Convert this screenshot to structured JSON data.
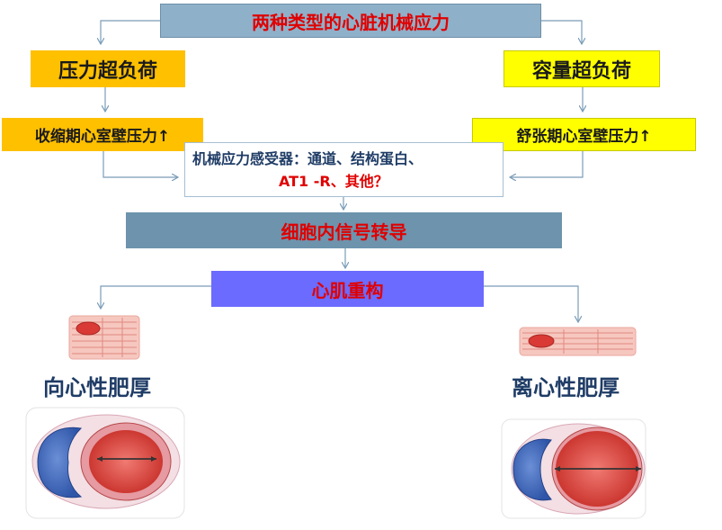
{
  "title": "两种类型的心脏机械应力",
  "left_branch": {
    "overload": "压力超负荷",
    "wall_stress": "收缩期心室壁压力↑"
  },
  "right_branch": {
    "overload": "容量超负荷",
    "wall_stress": "舒张期心室壁压力↑"
  },
  "sensors": {
    "line1": "机械应力感受器：通道、结构蛋白、",
    "line2": "AT1 -R、其他？"
  },
  "signal_transduction": "细胞内信号转导",
  "remodeling": "心肌重构",
  "outcomes": {
    "concentric": "向心性肥厚",
    "eccentric": "离心性肥厚"
  },
  "colors": {
    "title_bg": "#8fb0c9",
    "pressure_bg": "#ffc000",
    "volume_bg": "#ffff00",
    "signal_bg": "#6d93ad",
    "remodel_bg": "#6b6bff",
    "highlight_text": "#e00000",
    "dark_text": "#1f3c66",
    "connector": "#7a9cb8"
  }
}
